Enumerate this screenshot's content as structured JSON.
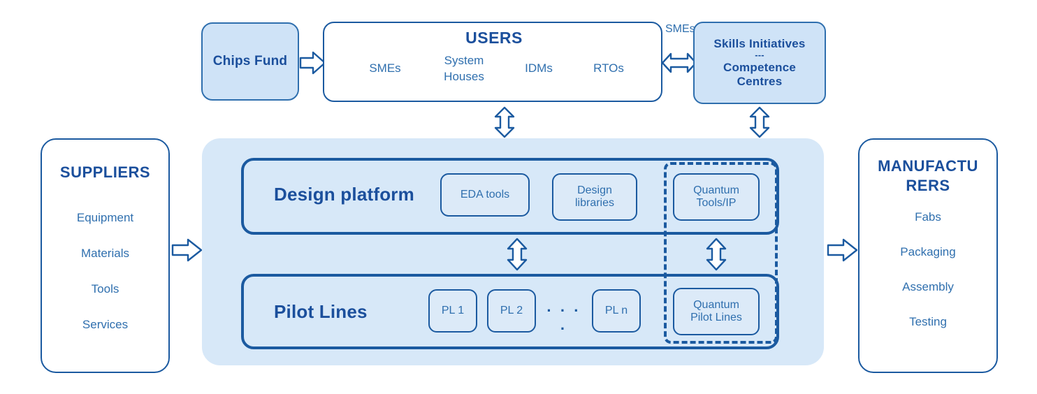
{
  "diagram": {
    "title_semantic": "chips-act-ecosystem-diagram",
    "colors": {
      "dark_blue": "#1b5aa0",
      "mid_blue": "#2f6fae",
      "panel_fill": "#d7e8f8",
      "box_fill": "#cfe3f7",
      "chip_fill": "#dceaf8",
      "white": "#ffffff"
    }
  },
  "chips_fund": {
    "label": "Chips Fund"
  },
  "users": {
    "title": "USERS",
    "items": [
      {
        "label": "SMEs"
      },
      {
        "label": "System\nHouses",
        "line1": "System",
        "line2": "Houses"
      },
      {
        "label": "IDMs"
      },
      {
        "label": "RTOs"
      }
    ]
  },
  "skills": {
    "line1": "Skills Initiatives",
    "separator": "---",
    "line2": "Competence",
    "line3": "Centres"
  },
  "suppliers": {
    "title": "SUPPLIERS",
    "items": [
      "Equipment",
      "Materials",
      "Tools",
      "Services"
    ]
  },
  "manufacturers": {
    "title_line1": "MANUFACTU",
    "title_line2": "RERS",
    "items": [
      "Fabs",
      "Packaging",
      "Assembly",
      "Testing"
    ]
  },
  "design_platform": {
    "title": "Design platform",
    "chips": [
      {
        "line1": "EDA tools",
        "line2": ""
      },
      {
        "line1": "Design",
        "line2": "libraries"
      }
    ],
    "quantum_chip": {
      "line1": "Quantum",
      "line2": "Tools/IP"
    }
  },
  "pilot_lines": {
    "title": "Pilot Lines",
    "chips": [
      {
        "line1": "PL 1"
      },
      {
        "line1": "PL 2"
      },
      {
        "line1": "PL n"
      }
    ],
    "ellipsis": "· · · ·",
    "quantum_chip": {
      "line1": "Quantum",
      "line2": "Pilot Lines"
    }
  },
  "arrows": {
    "fund_to_users": "arrow-right",
    "users_to_skills": "arrow-left-right",
    "users_to_platform": "arrow-up-down",
    "skills_to_platform": "arrow-up-down",
    "design_to_pilot": "arrow-up-down",
    "quantum_link": "arrow-up-down",
    "suppliers_to_platform": "arrow-right",
    "platform_to_manufacturers": "arrow-right"
  }
}
